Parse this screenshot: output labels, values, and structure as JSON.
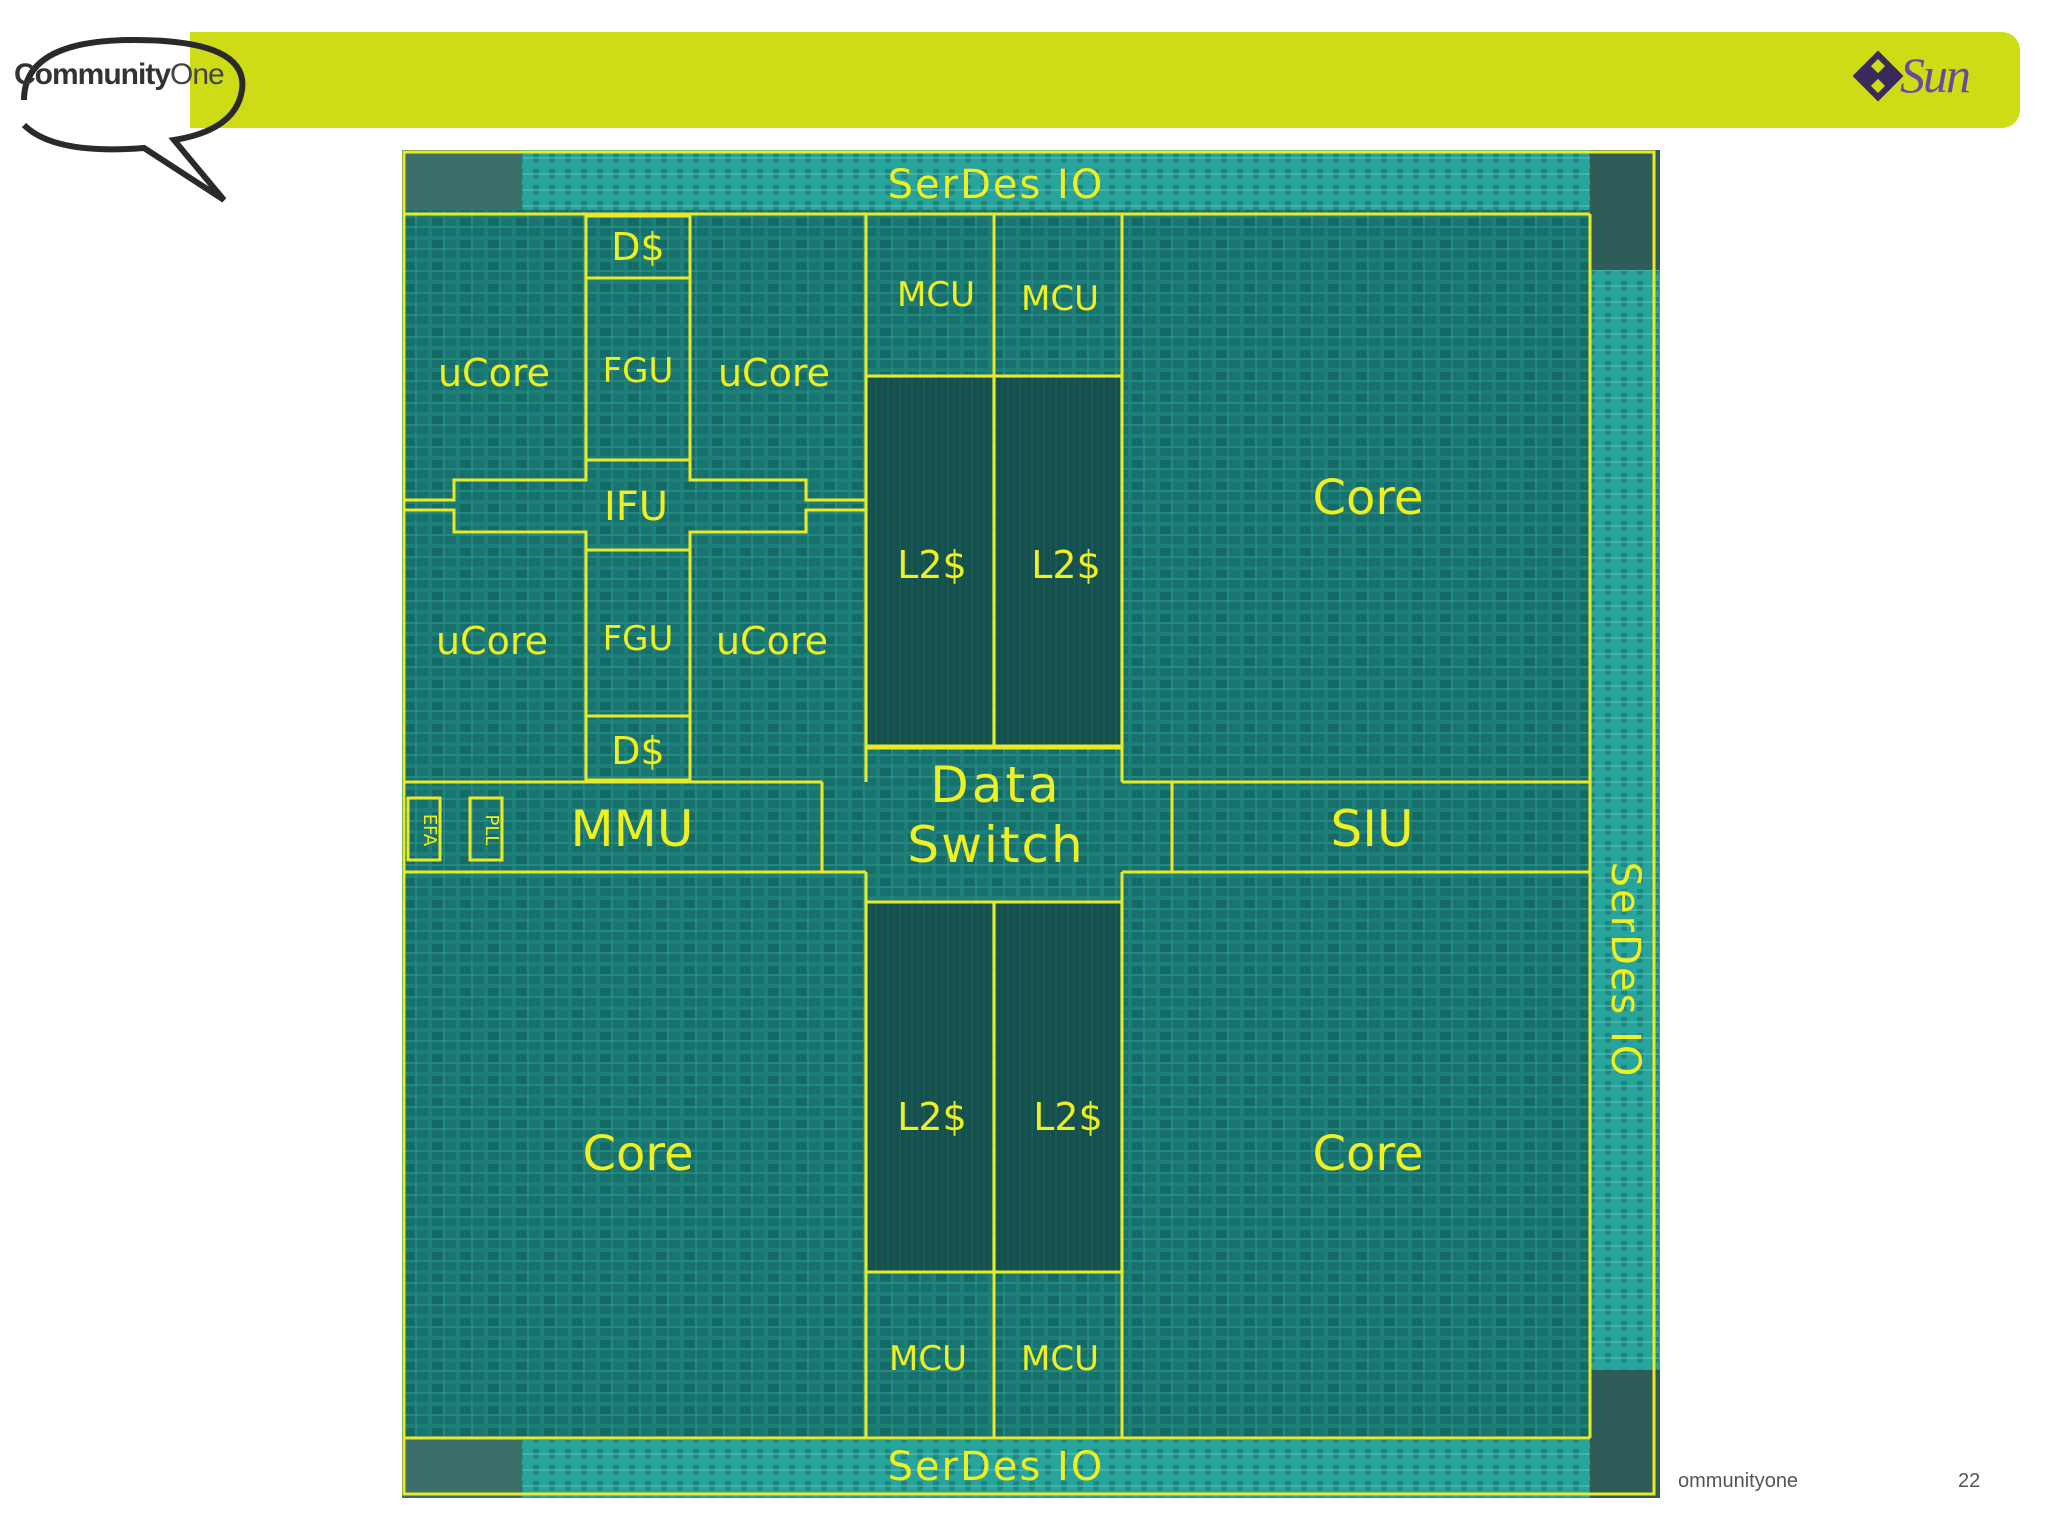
{
  "header": {
    "brand_bold": "Community",
    "brand_light": "One",
    "sun_brand": "Sun"
  },
  "colors": {
    "header_bar": "#cddc14",
    "die_background": "#1c7f78",
    "die_dark": "#15504e",
    "outline": "#e8ea28",
    "label": "#f0f020"
  },
  "diagram": {
    "serdes_top": "SerDes IO",
    "serdes_bottom": "SerDes IO",
    "serdes_right": "SerDes IO",
    "dcache_top": "D$",
    "dcache_bottom": "D$",
    "ucore_tl": "uCore",
    "ucore_tr": "uCore",
    "ucore_bl": "uCore",
    "ucore_br": "uCore",
    "fgu_top": "FGU",
    "fgu_bottom": "FGU",
    "ifu": "IFU",
    "mcu_tl": "MCU",
    "mcu_tr": "MCU",
    "mcu_bl": "MCU",
    "mcu_br": "MCU",
    "l2_tl": "L2$",
    "l2_tr": "L2$",
    "l2_bl": "L2$",
    "l2_br": "L2$",
    "core_tr": "Core",
    "core_bl": "Core",
    "core_br": "Core",
    "mmu": "MMU",
    "efa": "EFA",
    "pll": "PLL",
    "data_switch_1": "Data",
    "data_switch_2": "Switch",
    "siu": "SIU"
  },
  "footer": {
    "text": "ommunityone",
    "page": "22"
  }
}
